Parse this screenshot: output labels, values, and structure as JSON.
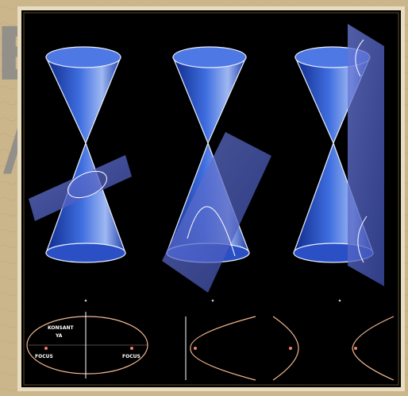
{
  "background": {
    "parchment_color": "#cbb58a",
    "title_fragments": [
      "E",
      "/"
    ]
  },
  "figure": {
    "background_color": "#000000",
    "frame_color": "#e8dcc0",
    "cone_color": "#3a5fd6",
    "plane_color": "#5a6cc8",
    "curve_color": "#f0b890",
    "cones": [
      {
        "section": "ellipse",
        "plane": "tilted-shallow"
      },
      {
        "section": "parabola",
        "plane": "parallel-to-side"
      },
      {
        "section": "hyperbola",
        "plane": "vertical"
      }
    ],
    "ellipse_labels": {
      "label_top_1": "KONSANT",
      "label_top_2": "YA",
      "focus_left": "FOCUS",
      "focus_right": "FOCUS"
    }
  }
}
